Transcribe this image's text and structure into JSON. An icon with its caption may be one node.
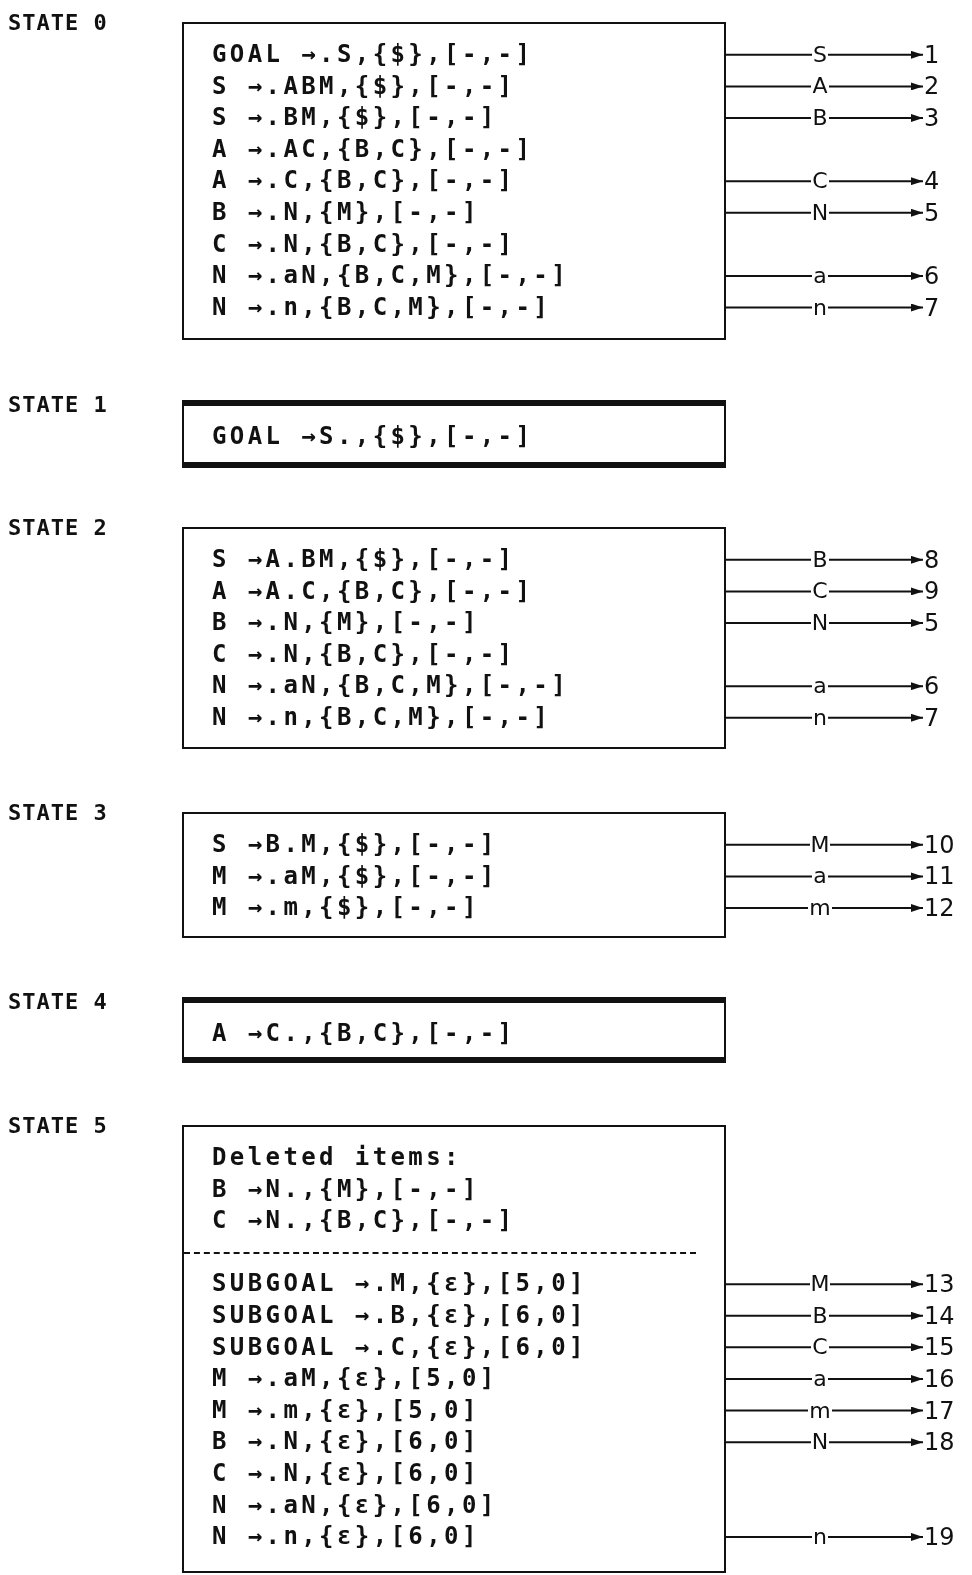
{
  "diagram": {
    "nodes": [
      {
        "text": [
          "STATE 0",
          "GOAL →.S,{$},[-,-]",
          "S →.ABM,{$},[-,-]",
          "S →.BM,{$},[-,-]",
          "A →.AC,{B,C},[-,-]",
          "A →.C,{B,C},[-,-]",
          "B →.N,{M},[-,-]",
          "C →.N,{B,C},[-,-]",
          "N →.aN,{B,C,M},[-,-]",
          "N →.n,{B,C,M},[-,-]"
        ]
      },
      {
        "text": [
          "STATE 1",
          "GOAL →S.,{$},[-,-]"
        ]
      },
      {
        "text": [
          "STATE 2",
          "S →A.BM,{$},[-,-]",
          "A →A.C,{B,C},[-,-]",
          "B →.N,{M},[-,-]",
          "C →.N,{B,C},[-,-]",
          "N →.aN,{B,C,M},[-,-]",
          "N →.n,{B,C,M},[-,-]"
        ]
      },
      {
        "text": [
          "STATE 3",
          "S →B.M,{$},[-,-]",
          "M →.aM,{$},[-,-]",
          "M →.m,{$},[-,-]"
        ]
      },
      {
        "text": [
          "STATE 4",
          "A →C.,{B,C},[-,-]"
        ]
      },
      {
        "text": [
          "STATE 5",
          "Deleted items:",
          "B →N.,{M},[-,-]",
          "C →N.,{B,C},[-,-]",
          "SUBGOAL →.M,{ε},[5,0]",
          "SUBGOAL →.B,{ε},[6,0]",
          "SUBGOAL →.C,{ε},[6,0]",
          "M →.aM,{ε},[5,0]",
          "M →.m,{ε},[5,0]",
          "B →.N,{ε},[6,0]",
          "C →.N,{ε},[6,0]",
          "N →.aN,{ε},[6,0]",
          "N →.n,{ε},[6,0]"
        ]
      },
      {
        "text": [
          "1"
        ]
      },
      {
        "text": [
          "2"
        ]
      },
      {
        "text": [
          "3"
        ]
      },
      {
        "text": [
          "4"
        ]
      },
      {
        "text": [
          "5"
        ]
      },
      {
        "text": [
          "6"
        ]
      },
      {
        "text": [
          "7"
        ]
      },
      {
        "text": [
          "8"
        ]
      },
      {
        "text": [
          "9"
        ]
      },
      {
        "text": [
          "5"
        ]
      },
      {
        "text": [
          "6"
        ]
      },
      {
        "text": [
          "7"
        ]
      },
      {
        "text": [
          "10"
        ]
      },
      {
        "text": [
          "11"
        ]
      },
      {
        "text": [
          "12"
        ]
      },
      {
        "text": [
          "13"
        ]
      },
      {
        "text": [
          "14"
        ]
      },
      {
        "text": [
          "15"
        ]
      },
      {
        "text": [
          "16"
        ]
      },
      {
        "text": [
          "17"
        ]
      },
      {
        "text": [
          "18"
        ]
      },
      {
        "text": [
          "19"
        ]
      }
    ],
    "edges": [
      {
        "from": 0,
        "to": 6,
        "arrow": "to",
        "label": "S"
      },
      {
        "from": 0,
        "to": 7,
        "arrow": "to",
        "label": "A"
      },
      {
        "from": 0,
        "to": 8,
        "arrow": "to",
        "label": "B"
      },
      {
        "from": 0,
        "to": 9,
        "arrow": "to",
        "label": "C"
      },
      {
        "from": 0,
        "to": 10,
        "arrow": "to",
        "label": "N"
      },
      {
        "from": 0,
        "to": 11,
        "arrow": "to",
        "label": "a"
      },
      {
        "from": 0,
        "to": 12,
        "arrow": "to",
        "label": "n"
      },
      {
        "from": 2,
        "to": 13,
        "arrow": "to",
        "label": "B"
      },
      {
        "from": 2,
        "to": 14,
        "arrow": "to",
        "label": "C"
      },
      {
        "from": 2,
        "to": 15,
        "arrow": "to",
        "label": "N"
      },
      {
        "from": 2,
        "to": 16,
        "arrow": "to",
        "label": "a"
      },
      {
        "from": 2,
        "to": 17,
        "arrow": "to",
        "label": "n"
      },
      {
        "from": 3,
        "to": 18,
        "arrow": "to",
        "label": "M"
      },
      {
        "from": 3,
        "to": 19,
        "arrow": "to",
        "label": "a"
      },
      {
        "from": 3,
        "to": 20,
        "arrow": "to",
        "label": "m"
      },
      {
        "from": 5,
        "to": 21,
        "arrow": "to",
        "label": "M"
      },
      {
        "from": 5,
        "to": 22,
        "arrow": "to",
        "label": "B"
      },
      {
        "from": 5,
        "to": 23,
        "arrow": "to",
        "label": "C"
      },
      {
        "from": 5,
        "to": 24,
        "arrow": "to",
        "label": "a"
      },
      {
        "from": 5,
        "to": 25,
        "arrow": "to",
        "label": "m"
      },
      {
        "from": 5,
        "to": 26,
        "arrow": "to",
        "label": "N"
      },
      {
        "from": 5,
        "to": 27,
        "arrow": "to",
        "label": "n"
      }
    ]
  }
}
